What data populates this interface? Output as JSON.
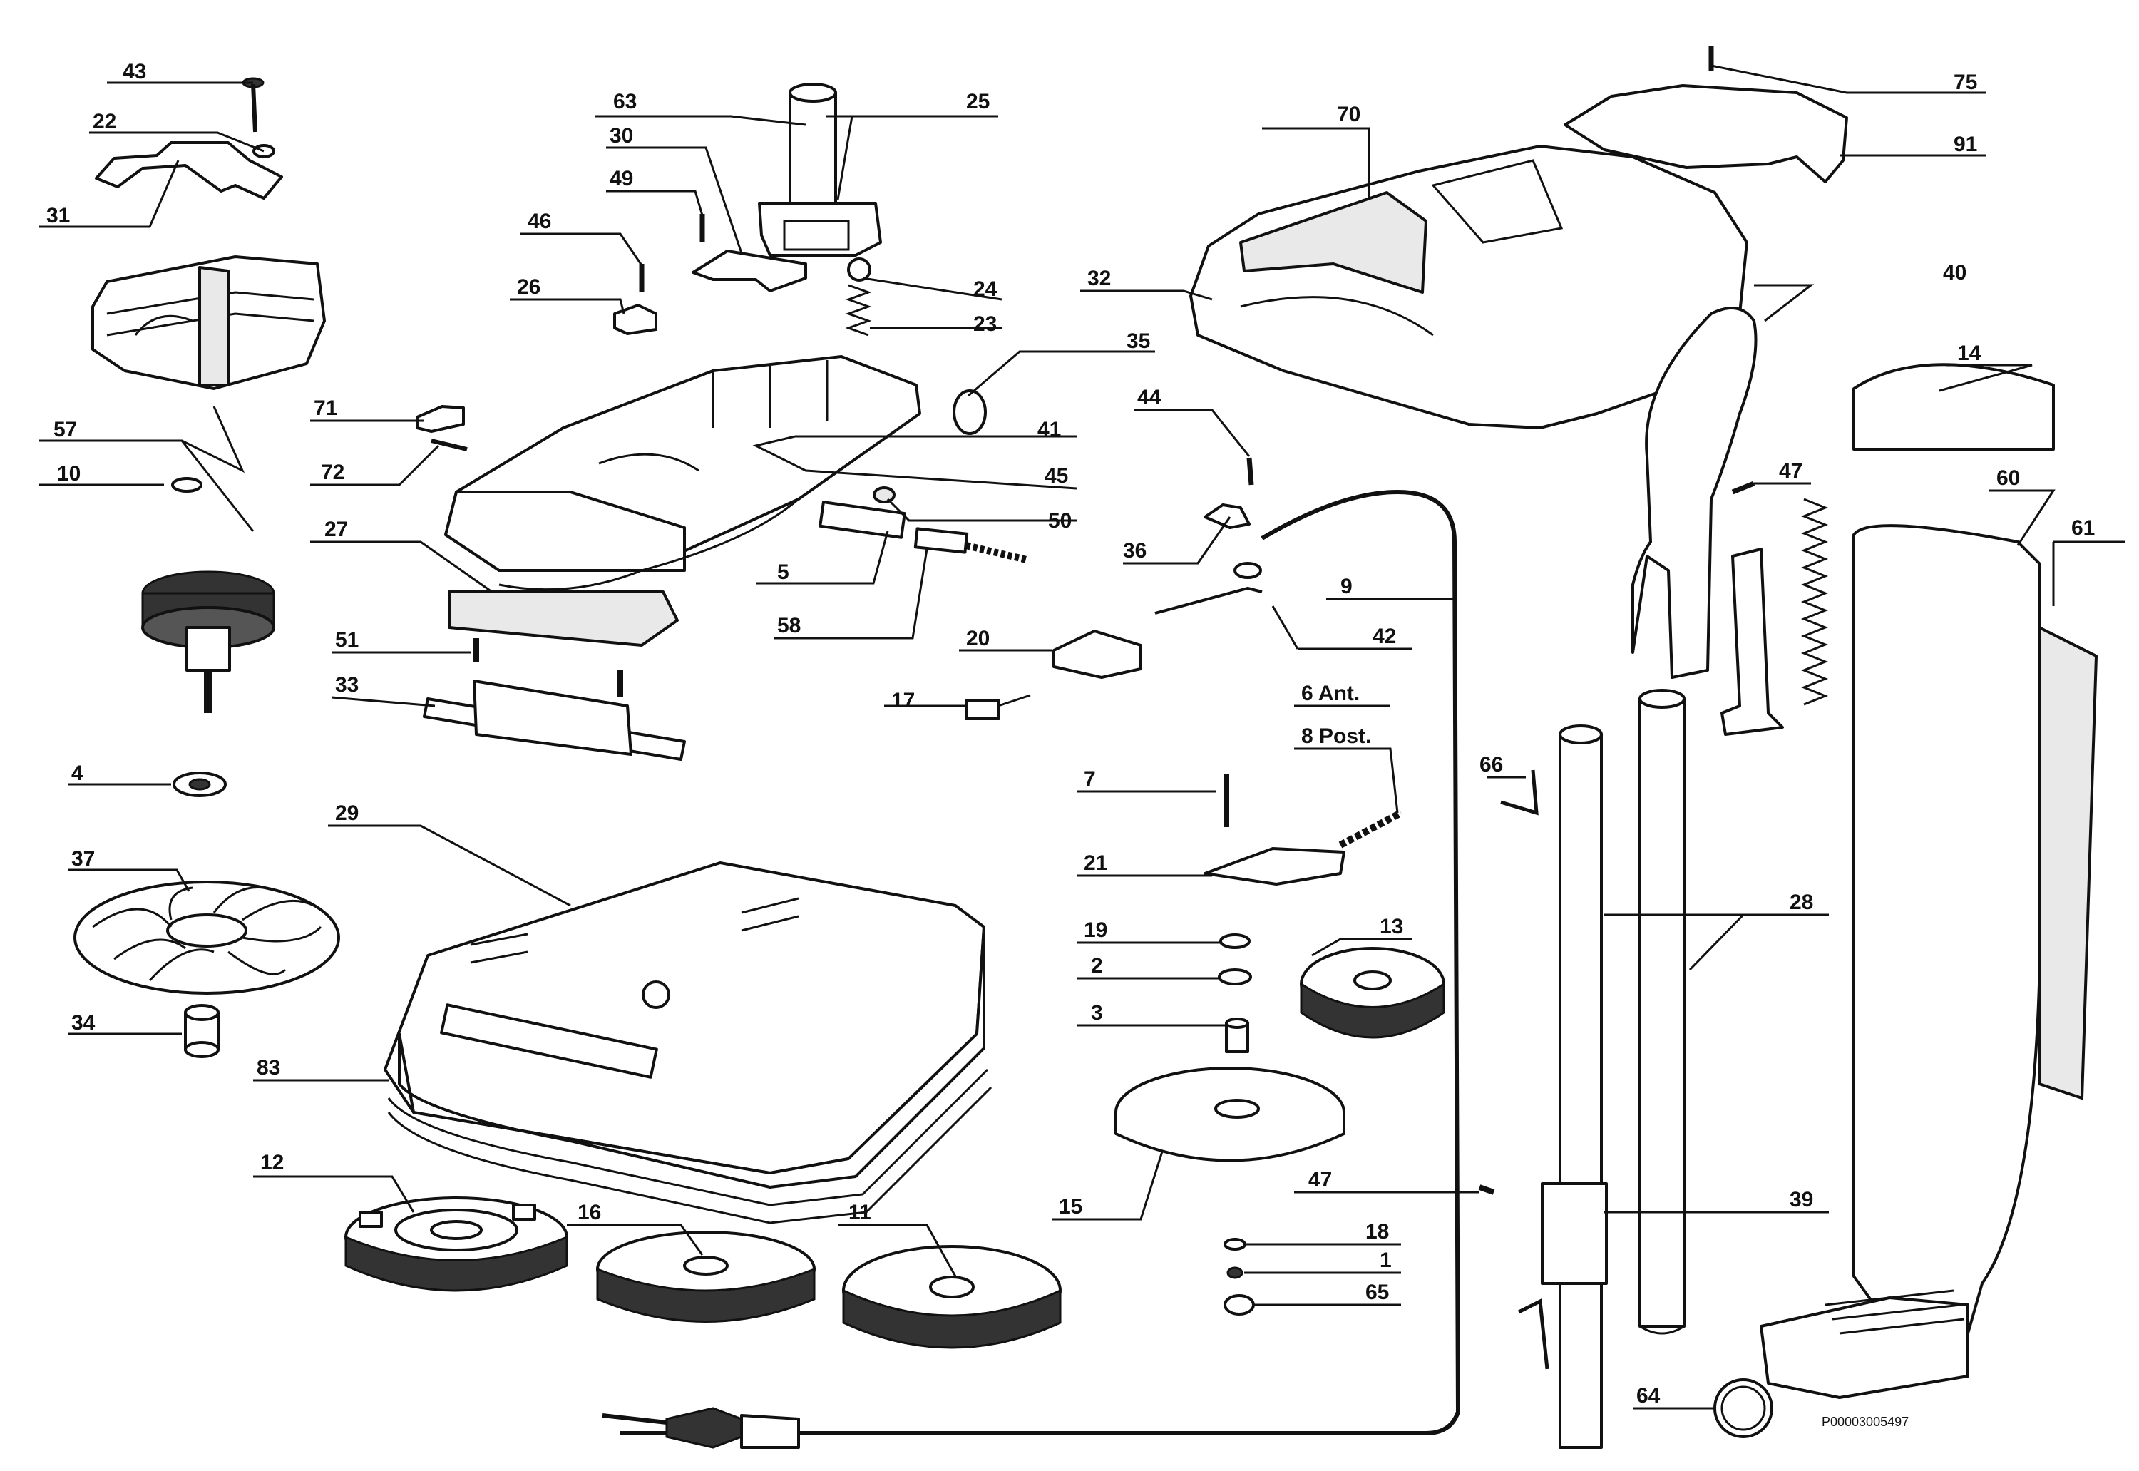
{
  "diagram": {
    "code": "P00003005497",
    "callouts": [
      "43",
      "22",
      "31",
      "57",
      "10",
      "4",
      "37",
      "34",
      "63",
      "25",
      "30",
      "49",
      "46",
      "26",
      "24",
      "23",
      "35",
      "71",
      "72",
      "27",
      "41",
      "45",
      "50",
      "5",
      "58",
      "51",
      "33",
      "20",
      "17",
      "29",
      "83",
      "12",
      "16",
      "11",
      "70",
      "75",
      "91",
      "32",
      "40",
      "14",
      "44",
      "47",
      "36",
      "9",
      "42",
      "6 Ant.",
      "8 Post.",
      "7",
      "21",
      "19",
      "2",
      "3",
      "13",
      "15",
      "47",
      "18",
      "1",
      "65",
      "66",
      "28",
      "39",
      "64",
      "60",
      "61"
    ]
  }
}
